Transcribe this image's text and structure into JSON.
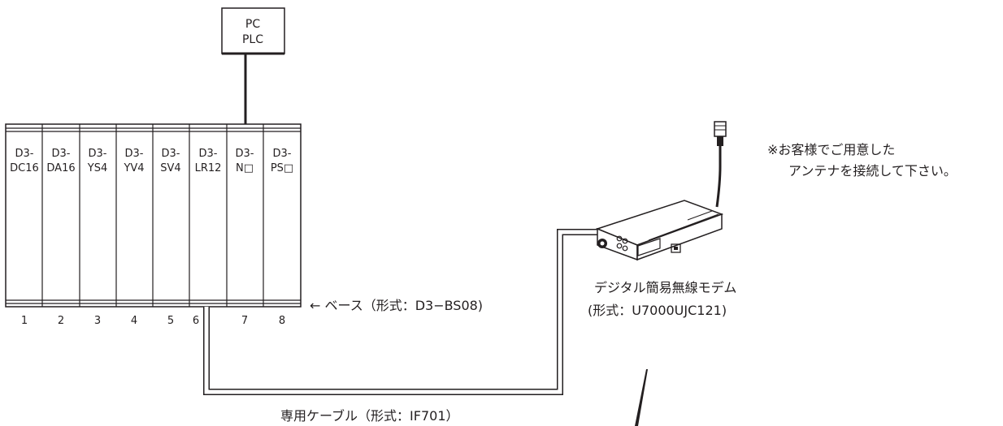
{
  "host": {
    "line1": "PC",
    "line2": "PLC"
  },
  "modules": [
    {
      "line1": "D3-",
      "line2": "DC16"
    },
    {
      "line1": "D3-",
      "line2": "DA16"
    },
    {
      "line1": "D3-",
      "line2": "YS4"
    },
    {
      "line1": "D3-",
      "line2": "YV4"
    },
    {
      "line1": "D3-",
      "line2": "SV4"
    },
    {
      "line1": "D3-",
      "line2": "LR12"
    },
    {
      "line1": "D3-",
      "line2": "N□"
    },
    {
      "line1": "D3-",
      "line2": "PS□"
    }
  ],
  "slots": [
    "1",
    "2",
    "3",
    "4",
    "5",
    "6",
    "7",
    "8"
  ],
  "base_label": "← ベース（形式：D3−BS08)",
  "modem": {
    "name": "デジタル簡易無線モデム",
    "model": "(形式：U7000UJC121)"
  },
  "antenna_note": {
    "line1": "※お客様でご用意した",
    "line2": "アンテナを接続して下さい。"
  },
  "cable_label": "専用ケーブル（形式：IF701）",
  "colors": {
    "line": "#231f20",
    "background": "#ffffff"
  }
}
